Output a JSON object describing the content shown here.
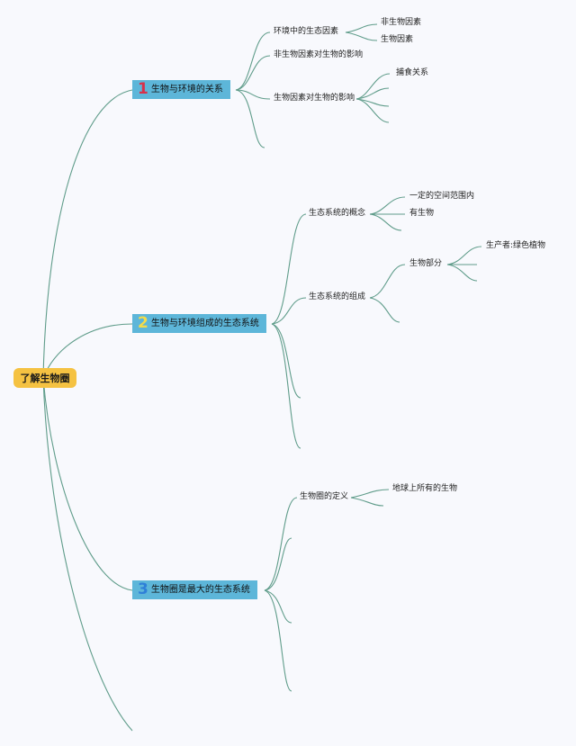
{
  "root": {
    "label": "了解生物圈"
  },
  "branches": [
    {
      "number": "1",
      "number_color": "#d8304a",
      "label": "生物与环境的关系",
      "children": {
        "eco_factors": "环境中的生态因素",
        "abiotic": "非生物因素",
        "biotic": "生物因素",
        "abiotic_effect": "非生物因素对生物的影响",
        "biotic_effect": "生物因素对生物的影响",
        "predation": "捕食关系"
      }
    },
    {
      "number": "2",
      "number_color": "#f3dc4a",
      "label": "生物与环境组成的生态系统",
      "children": {
        "concept": "生态系统的概念",
        "space": "一定的空间范围内",
        "organisms": "有生物",
        "composition": "生态系统的组成",
        "bio_part": "生物部分",
        "producer": "生产者:绿色植物"
      }
    },
    {
      "number": "3",
      "number_color": "#2f80d8",
      "label": "生物圈是最大的生态系统",
      "children": {
        "definition": "生物圈的定义",
        "all_life": "地球上所有的生物"
      }
    }
  ],
  "colors": {
    "line": "#5f9c8a",
    "root_bg": "#f5c242",
    "branch_bg": "#5db6d9"
  }
}
